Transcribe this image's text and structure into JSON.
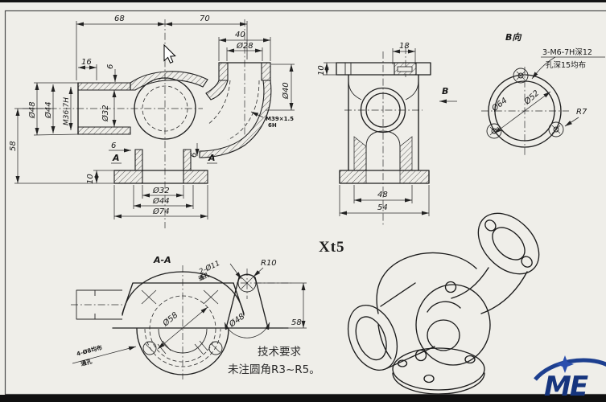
{
  "colors": {
    "background": "#efeee9",
    "line": "#1f1f1f",
    "bar": "#101010",
    "logo_blue": "#16357e"
  },
  "front_view": {
    "dims": {
      "top68": "68",
      "top70": "70",
      "w40": "40",
      "d28": "Ø28",
      "len16": "16",
      "wall6": "6",
      "bore32": "Ø32",
      "thread": "M36-7H",
      "d44": "Ø44",
      "d48": "Ø48",
      "h58": "58",
      "pipe_d40": "Ø40",
      "neck6_left": "6",
      "neck6_right": "6",
      "base10": "10",
      "base_d32": "Ø32",
      "base_d44": "Ø44",
      "base_d74": "Ø74"
    },
    "labels": {
      "a_left": "A",
      "a_right": "A"
    },
    "note": {
      "line1": "M39×1.5",
      "line2": "6H"
    }
  },
  "side_view": {
    "dims": {
      "slot18": "18",
      "plate10": "10",
      "base48": "48",
      "base54": "54"
    },
    "view_arrow_label": "B"
  },
  "b_view": {
    "title": "B向",
    "thread_note_line1": "3-M6-7H深12",
    "thread_note_line2": "孔深15均布",
    "d64": "Ø64",
    "d52": "Ø52",
    "r7": "R7"
  },
  "section_view": {
    "title": "A-A",
    "hole_note_line1": "2-Ø11",
    "hole_note_line2": "通孔",
    "r10": "R10",
    "d58": "Ø58",
    "d48": "Ø48",
    "h58": "58",
    "bolt_note_line1": "4-Ø8均布",
    "bolt_note_line2": "通孔"
  },
  "iso_view": {
    "label": "Xt5"
  },
  "tech_req": {
    "title": "技术要求",
    "line1": "未注圆角R3~R5。"
  },
  "logo": {
    "text": "ME"
  }
}
